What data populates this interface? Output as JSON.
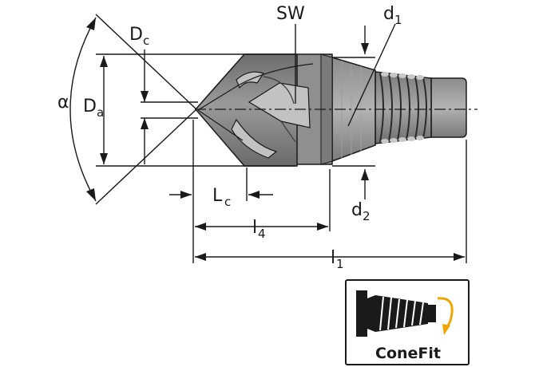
{
  "labels": {
    "alpha": "α",
    "dc_main": "D",
    "dc_sub": "c",
    "da_main": "D",
    "da_sub": "a",
    "sw": "SW",
    "d1_main": "d",
    "d1_sub": "1",
    "d2_main": "d",
    "d2_sub": "2",
    "lc_main": "L",
    "lc_sub": "c",
    "l4_main": "l",
    "l4_sub": "4",
    "l1_main": "l",
    "l1_sub": "1"
  },
  "badge": {
    "text": "ConeFit"
  },
  "colors": {
    "line": "#1a1a1a",
    "body_gray": "#8a8a8a",
    "body_light": "#b5b5b5",
    "body_dark": "#5c5c5c",
    "badge_arrow": "#f0a500"
  }
}
